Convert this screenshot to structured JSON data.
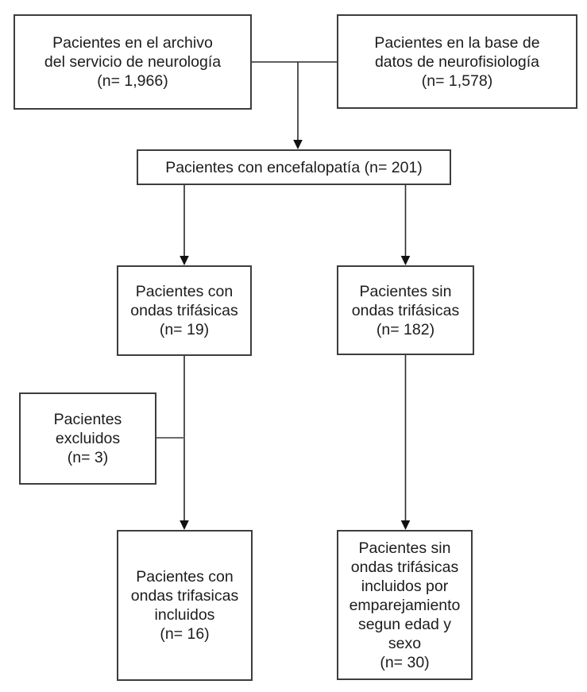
{
  "diagram": {
    "type": "flowchart",
    "language": "es",
    "background_color": "#ffffff",
    "box_border_color": "#3d3d3d",
    "text_color": "#1c1c1c",
    "arrow_color": "#2a2a2a",
    "exclusion_connector_color": "#6b6b6b"
  },
  "nodes": [
    {
      "id": "archivo-neurologia",
      "text": "Pacientes en el archivo\ndel servicio de neurología\n(n= 1,966)"
    },
    {
      "id": "base-neurofisiologia",
      "text": "Pacientes en la base de\ndatos de neurofisiología\n(n= 1,578)"
    },
    {
      "id": "encefalopatia",
      "text": "Pacientes con encefalopatía (n= 201)"
    },
    {
      "id": "con-ondas-trifasicas",
      "text": "Pacientes con\nondas trifásicas\n(n= 19)"
    },
    {
      "id": "sin-ondas-trifasicas",
      "text": "Pacientes sin\nondas trifásicas\n(n= 182)"
    },
    {
      "id": "excluidos",
      "text": "Pacientes\nexcluidos\n(n= 3)"
    },
    {
      "id": "con-ondas-incluidos",
      "text": "Pacientes con\nondas trifasicas\nincluidos\n(n= 16)"
    },
    {
      "id": "sin-ondas-incluidos",
      "text": "Pacientes sin\nondas trifásicas\nincluidos por\nemparejamiento\nsegun edad y\nsexo\n(n= 30)"
    }
  ],
  "connections": [
    {
      "from": "archivo-neurologia",
      "to": "encefalopatia",
      "arrow": true
    },
    {
      "from": "base-neurofisiologia",
      "to": "encefalopatia",
      "arrow": true
    },
    {
      "from": "encefalopatia",
      "to": "con-ondas-trifasicas",
      "arrow": true
    },
    {
      "from": "encefalopatia",
      "to": "sin-ondas-trifasicas",
      "arrow": true
    },
    {
      "from": "con-ondas-trifasicas",
      "to": "con-ondas-incluidos",
      "arrow": true
    },
    {
      "from": "excluidos",
      "to": "con-ondas-trifasicas:con-ondas-incluidos",
      "arrow": false
    },
    {
      "from": "sin-ondas-trifasicas",
      "to": "sin-ondas-incluidos",
      "arrow": true
    }
  ]
}
